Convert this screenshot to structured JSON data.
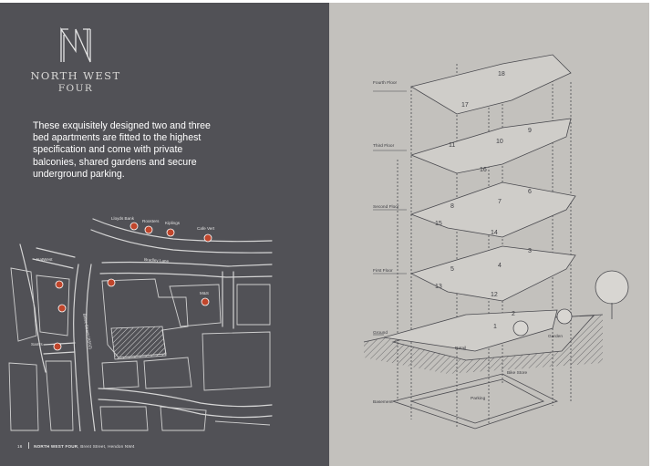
{
  "brand": {
    "line1": "NORTH WEST",
    "line2": "FOUR",
    "logo_icon": "nw-monogram-logo"
  },
  "intro": "These exquisitely designed two and three bed apartments are fitted to the highest specification and come with private balconies, shared gardens and secure underground parking.",
  "map": {
    "places": [
      {
        "label": "Lloyds Bank"
      },
      {
        "label": "Roosters"
      },
      {
        "label": "Kiplings"
      },
      {
        "label": "Cafe Vert"
      },
      {
        "label": "NatWest"
      },
      {
        "label": "M&S"
      },
      {
        "label": "Sam's"
      }
    ],
    "streets": {
      "brent": "Brent Street (A502)",
      "bradley": "Bradley Lane"
    }
  },
  "footer": {
    "page_number": "16",
    "title": "NORTH WEST FOUR",
    "address": "Brent Street, Hendon NW4"
  },
  "building": {
    "floors": [
      "Fourth Floor",
      "Third Floor",
      "Second Floor",
      "First Floor",
      "Ground",
      "Basement"
    ],
    "units": {
      "fourth": [
        "18",
        "17"
      ],
      "third": [
        "9",
        "10",
        "11",
        "16"
      ],
      "second": [
        "6",
        "7",
        "8",
        "15",
        "14"
      ],
      "first": [
        "3",
        "4",
        "5",
        "13",
        "12"
      ],
      "ground": [
        "1",
        "2"
      ]
    },
    "areas": [
      "Retail",
      "Garden",
      "Bike Store",
      "Parking"
    ]
  },
  "colors": {
    "left_panel": "#515156",
    "right_panel": "#c3c1bd",
    "map_pin": "#c0462c",
    "line": "#4a4a4f"
  }
}
